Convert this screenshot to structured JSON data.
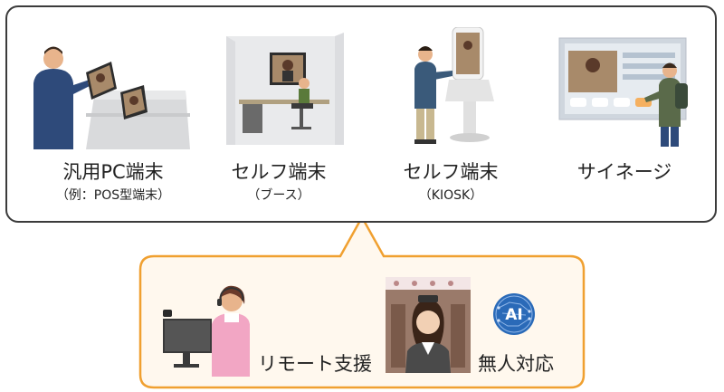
{
  "devices": [
    {
      "title": "汎用PC端末",
      "subtitle": "（例：POS型端末）",
      "icon": "pos-terminal-icon"
    },
    {
      "title": "セルフ端末",
      "subtitle": "（ブース）",
      "icon": "booth-icon"
    },
    {
      "title": "セルフ端末",
      "subtitle": "（KIOSK）",
      "icon": "kiosk-icon"
    },
    {
      "title": "サイネージ",
      "subtitle": "",
      "icon": "signage-icon"
    }
  ],
  "support": {
    "remote_label": "リモート支援",
    "ai_label": "無人対応",
    "ai_badge": "AI"
  },
  "colors": {
    "frame": "#3b3b3b",
    "callout_border": "#f0a030",
    "callout_fill": "#fff8ee",
    "operator_pink": "#f2a6c4",
    "navy": "#2e4a7a",
    "ai_blue": "#2a6ab8"
  }
}
